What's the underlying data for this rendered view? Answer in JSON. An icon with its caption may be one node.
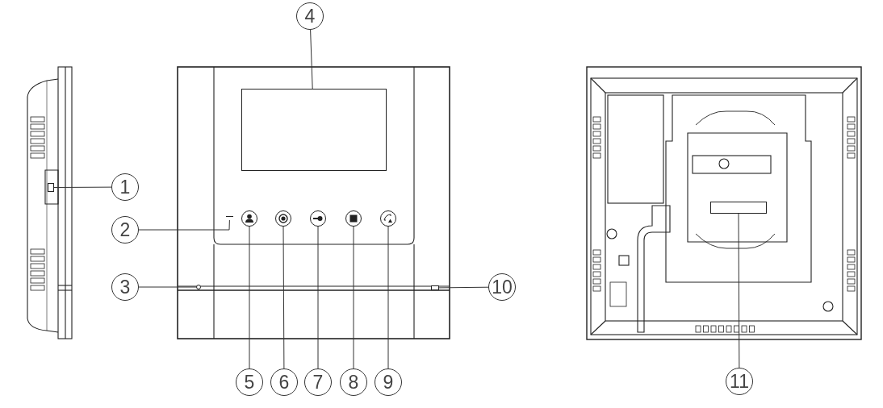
{
  "diagram": {
    "nodes": [
      {
        "text": [
          "1"
        ]
      },
      {
        "text": [
          "2"
        ]
      },
      {
        "text": [
          "3"
        ]
      },
      {
        "text": [
          "4"
        ]
      },
      {
        "text": [
          "5"
        ]
      },
      {
        "text": [
          "6"
        ]
      },
      {
        "text": [
          "7"
        ]
      },
      {
        "text": [
          "8"
        ]
      },
      {
        "text": [
          "9"
        ]
      },
      {
        "text": [
          "10"
        ]
      },
      {
        "text": [
          "11"
        ]
      },
      {
        "text": [],
        "shape": "box"
      },
      {
        "text": [],
        "shape": "box"
      },
      {
        "text": [],
        "shape": "circle"
      },
      {
        "text": [],
        "shape": "box"
      },
      {
        "text": [],
        "shape": "circle"
      },
      {
        "text": [],
        "shape": "circle"
      },
      {
        "text": [],
        "shape": "circle"
      },
      {
        "text": [],
        "shape": "circle"
      },
      {
        "text": [],
        "shape": "circle"
      },
      {
        "text": [],
        "shape": "bar"
      },
      {
        "text": [],
        "shape": "box"
      }
    ],
    "edges": [
      {
        "from": 0,
        "to": 11,
        "arrow": "none"
      },
      {
        "from": 1,
        "to": 12,
        "arrow": "none"
      },
      {
        "from": 2,
        "to": 13,
        "arrow": "none"
      },
      {
        "from": 3,
        "to": 14,
        "arrow": "none"
      },
      {
        "from": 4,
        "to": 15,
        "arrow": "none"
      },
      {
        "from": 5,
        "to": 16,
        "arrow": "none"
      },
      {
        "from": 6,
        "to": 17,
        "arrow": "none"
      },
      {
        "from": 7,
        "to": 18,
        "arrow": "none"
      },
      {
        "from": 8,
        "to": 19,
        "arrow": "none"
      },
      {
        "from": 9,
        "to": 20,
        "arrow": "none"
      },
      {
        "from": 10,
        "to": 21,
        "arrow": "none"
      }
    ]
  }
}
